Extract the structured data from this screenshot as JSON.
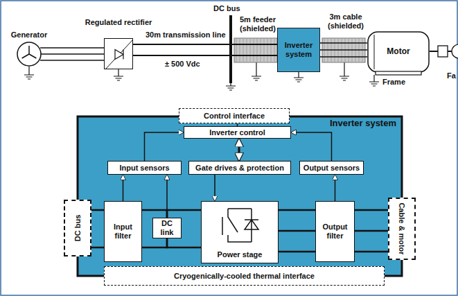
{
  "diagram": {
    "nodes": [
      {
        "text": [
          "Generator"
        ]
      },
      {
        "text": [
          "Regulated rectifier"
        ]
      },
      {
        "text": [
          "Inverter system"
        ]
      },
      {
        "text": [
          "Motor"
        ]
      },
      {
        "text": [
          "Control interface"
        ]
      },
      {
        "text": [
          "Inverter system"
        ]
      },
      {
        "text": [
          "Inverter control"
        ],
        "in": 5
      },
      {
        "text": [
          "Input sensors"
        ],
        "in": 5
      },
      {
        "text": [
          "Gate drives & protection"
        ],
        "in": 5
      },
      {
        "text": [
          "Output sensors"
        ],
        "in": 5
      },
      {
        "text": [
          "Input filter"
        ],
        "in": 5
      },
      {
        "text": [
          "DC link"
        ],
        "in": 5
      },
      {
        "text": [
          "Power stage"
        ],
        "in": 5
      },
      {
        "text": [
          "Output filter"
        ],
        "in": 5
      },
      {
        "text": [
          "DC bus"
        ]
      },
      {
        "text": [
          "Cable & motor"
        ]
      },
      {
        "text": [
          "Cryogenically-cooled thermal interface"
        ]
      }
    ],
    "edges": [
      {
        "from": 0,
        "to": 1,
        "arrow": "none"
      },
      {
        "from": 1,
        "to": 2,
        "arrow": "none"
      },
      {
        "from": 2,
        "to": 3,
        "arrow": "none"
      },
      {
        "from": 4,
        "to": 6,
        "arrow": "none"
      },
      {
        "from": 7,
        "to": 6,
        "arrow": "to"
      },
      {
        "from": 9,
        "to": 6,
        "arrow": "to"
      },
      {
        "from": 6,
        "to": 8,
        "arrow": "both"
      },
      {
        "from": 8,
        "to": 12,
        "arrow": "to"
      },
      {
        "from": 10,
        "to": 7,
        "arrow": "to"
      },
      {
        "from": 11,
        "to": 7,
        "arrow": "to"
      },
      {
        "from": 13,
        "to": 9,
        "arrow": "to"
      },
      {
        "from": 14,
        "to": 10,
        "arrow": "none"
      },
      {
        "from": 10,
        "to": 11,
        "arrow": "none"
      },
      {
        "from": 11,
        "to": 12,
        "arrow": "none"
      },
      {
        "from": 12,
        "to": 13,
        "arrow": "none"
      },
      {
        "from": 13,
        "to": 15,
        "arrow": "none"
      }
    ],
    "labels": [
      "DC bus",
      "30m transmission line",
      "± 500 Vdc",
      "5m feeder (shielded)",
      "3m cable (shielded)",
      "Frame",
      "Fa"
    ]
  }
}
